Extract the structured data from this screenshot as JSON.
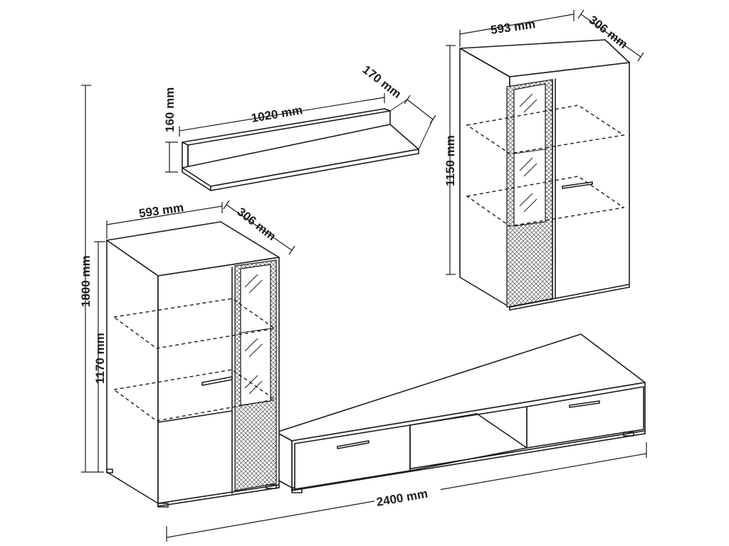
{
  "dimensions": {
    "shelf_width": "1020 mm",
    "shelf_height": "160 mm",
    "shelf_depth": "170 mm",
    "upper_cabinet_width": "593 mm",
    "upper_cabinet_depth": "306 mm",
    "upper_cabinet_height": "1150 mm",
    "tall_cabinet_width": "593 mm",
    "tall_cabinet_depth": "306 mm",
    "tall_cabinet_total_height": "1800 mm",
    "tall_cabinet_body_height": "1170 mm",
    "overall_width": "2400 mm"
  }
}
